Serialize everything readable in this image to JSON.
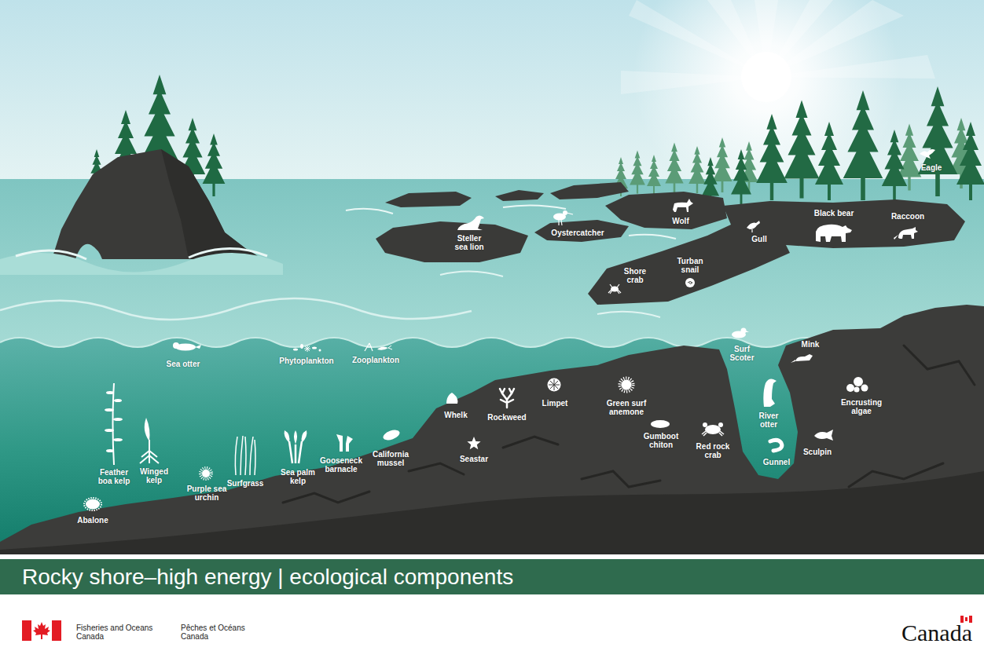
{
  "diagram": {
    "title": "Rocky shore–high energy | ecological components",
    "labels": [
      "Eagle",
      "Steller sea lion",
      "Oystercatcher",
      "Wolf",
      "Black bear",
      "Raccoon",
      "Gull",
      "Shore crab",
      "Turban snail",
      "Sea otter",
      "Phytoplankton",
      "Zooplankton",
      "Surf Scoter",
      "Mink",
      "Whelk",
      "Rockweed",
      "Limpet",
      "Green surf anemone",
      "Encrusting algae",
      "River otter",
      "Seastar",
      "Gumboot chiton",
      "Red rock crab",
      "Sculpin",
      "Gunnel",
      "Feather boa kelp",
      "Winged kelp",
      "Purple sea urchin",
      "Surfgrass",
      "Sea palm kelp",
      "Gooseneck barnacle",
      "California mussel",
      "Abalone",
      "Fisheries and Oceans Canada",
      "Pêches et Océans Canada",
      "Canada"
    ]
  }
}
